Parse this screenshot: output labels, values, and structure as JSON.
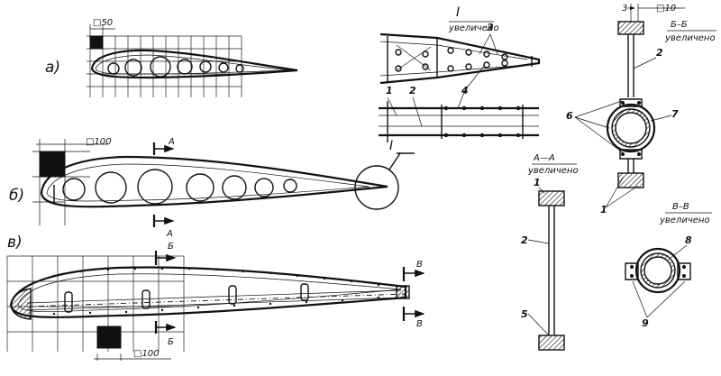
{
  "views": {
    "a": {
      "label": "а)",
      "scale_label": "□50"
    },
    "b": {
      "label": "б)",
      "scale_label": "□100",
      "section_a_top": "А",
      "section_a_bottom": "А",
      "detail_marker": "I"
    },
    "c": {
      "label": "в)",
      "scale_label": "□100",
      "section_b_top": "Б",
      "section_b_bottom": "Б",
      "section_v_top": "В",
      "section_v_bottom": "В"
    }
  },
  "detail_I": {
    "title": "I",
    "subtitle": "увеличено"
  },
  "section_AA": {
    "title": "А—А",
    "subtitle": "увеличено"
  },
  "section_BB": {
    "title": "Б–Б",
    "subtitle": "увеличено",
    "dim_left": "3",
    "dim_right": "□10"
  },
  "section_VV": {
    "title": "В–В",
    "subtitle": "увеличено"
  },
  "callouts": {
    "c1": "1",
    "c2": "2",
    "c3": "3",
    "c4": "4",
    "c5": "5",
    "c6": "6",
    "c7": "7",
    "c8": "8",
    "c9": "9"
  }
}
